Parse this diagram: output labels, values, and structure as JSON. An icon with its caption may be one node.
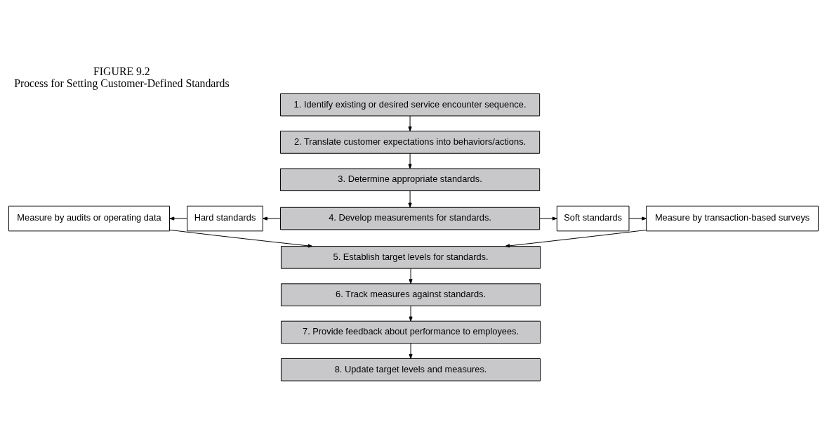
{
  "diagram": {
    "title": "FIGURE 9.2",
    "caption": "Process for Setting Customer-Defined Standards",
    "nodes": [
      {
        "text": [
          "1. Identify existing or desired service encounter sequence."
        ]
      },
      {
        "text": [
          "2. Translate customer expectations into behaviors/actions."
        ]
      },
      {
        "text": [
          "3. Determine appropriate standards."
        ]
      },
      {
        "text": [
          "Measure by audits or operating data"
        ]
      },
      {
        "text": [
          "Hard standards"
        ]
      },
      {
        "text": [
          "4. Develop measurements for standards."
        ]
      },
      {
        "text": [
          "Soft standards"
        ]
      },
      {
        "text": [
          "Measure by transaction-based surveys"
        ]
      },
      {
        "text": [
          "5. Establish target levels for standards."
        ]
      },
      {
        "text": [
          "6. Track measures against standards."
        ]
      },
      {
        "text": [
          "7. Provide feedback about performance to employees."
        ]
      },
      {
        "text": [
          "8. Update target levels and measures."
        ]
      }
    ],
    "edges": [
      {
        "from": 0,
        "to": 1,
        "arrow": "to"
      },
      {
        "from": 1,
        "to": 2,
        "arrow": "to"
      },
      {
        "from": 2,
        "to": 5,
        "arrow": "to"
      },
      {
        "from": 5,
        "to": 4,
        "arrow": "to"
      },
      {
        "from": 4,
        "to": 3,
        "arrow": "to"
      },
      {
        "from": 5,
        "to": 6,
        "arrow": "to"
      },
      {
        "from": 6,
        "to": 7,
        "arrow": "to"
      },
      {
        "from": 3,
        "to": 8,
        "arrow": "to"
      },
      {
        "from": 7,
        "to": 8,
        "arrow": "to"
      },
      {
        "from": 8,
        "to": 9,
        "arrow": "to"
      },
      {
        "from": 9,
        "to": 10,
        "arrow": "to"
      },
      {
        "from": 10,
        "to": 11,
        "arrow": "to"
      }
    ]
  }
}
